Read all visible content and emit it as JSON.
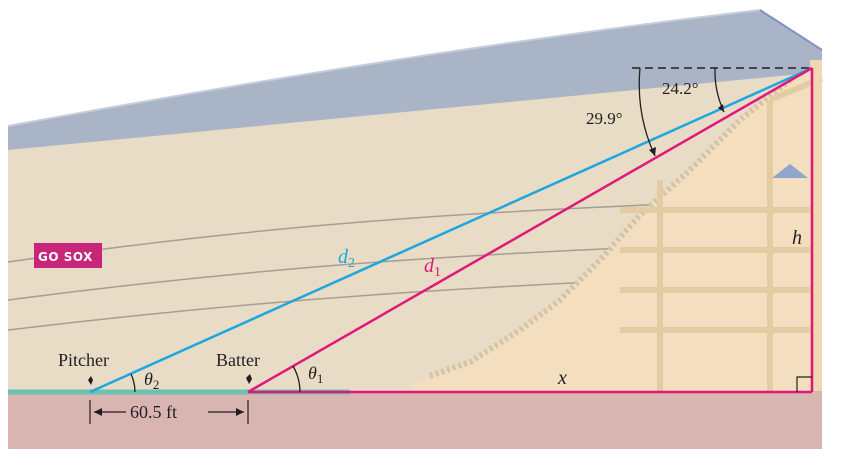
{
  "labels": {
    "pitcher": "Pitcher",
    "batter": "Batter",
    "distance": "60.5 ft",
    "theta2": "θ",
    "theta2_sub": "2",
    "theta1": "θ",
    "theta1_sub": "1",
    "d2": "d",
    "d2_sub": "2",
    "d1": "d",
    "d1_sub": "1",
    "x": "x",
    "h": "h",
    "angle_top": "24.2°",
    "angle_mid": "29.9°",
    "sign": "GO SOX"
  },
  "colors": {
    "sky_roof": "#a9b4c6",
    "roof_top_edge": "#7e94c4",
    "stand_wall": "#e8dcc6",
    "seating": "#f3dfbf",
    "field": "#d9b5b2",
    "grass_line": "#6cc1b0",
    "magenta_lines": "#e0187a",
    "cyan_line": "#1ea6e0",
    "sign_bg": "#c8267a"
  }
}
